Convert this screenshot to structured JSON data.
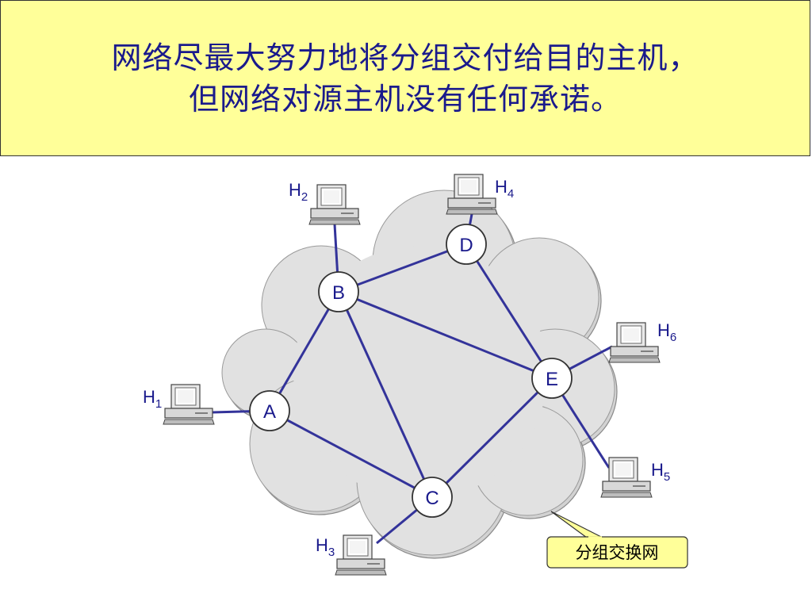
{
  "title": {
    "line1": "网络尽最大努力地将分组交付给目的主机，",
    "line2": "但网络对源主机没有任何承诺。"
  },
  "nodes": [
    {
      "id": "A",
      "label": "A"
    },
    {
      "id": "B",
      "label": "B"
    },
    {
      "id": "C",
      "label": "C"
    },
    {
      "id": "D",
      "label": "D"
    },
    {
      "id": "E",
      "label": "E"
    }
  ],
  "hosts": [
    {
      "id": "H1",
      "letter": "H",
      "sub": "1"
    },
    {
      "id": "H2",
      "letter": "H",
      "sub": "2"
    },
    {
      "id": "H3",
      "letter": "H",
      "sub": "3"
    },
    {
      "id": "H4",
      "letter": "H",
      "sub": "4"
    },
    {
      "id": "H5",
      "letter": "H",
      "sub": "5"
    },
    {
      "id": "H6",
      "letter": "H",
      "sub": "6"
    }
  ],
  "links": [
    [
      "B",
      "D"
    ],
    [
      "B",
      "E"
    ],
    [
      "B",
      "A"
    ],
    [
      "B",
      "C"
    ],
    [
      "D",
      "E"
    ],
    [
      "A",
      "C"
    ],
    [
      "C",
      "E"
    ],
    [
      "H1",
      "A"
    ],
    [
      "H2",
      "B"
    ],
    [
      "H3",
      "C"
    ],
    [
      "H4",
      "D"
    ],
    [
      "H5",
      "E"
    ],
    [
      "H6",
      "E"
    ]
  ],
  "callout": {
    "text": "分组交换网"
  },
  "colors": {
    "title_bg": "#ffff99",
    "title_text": "#1a1a8c",
    "link": "#33339a",
    "cloud": "#d9d9d9",
    "callout_bg": "#ffff99"
  }
}
